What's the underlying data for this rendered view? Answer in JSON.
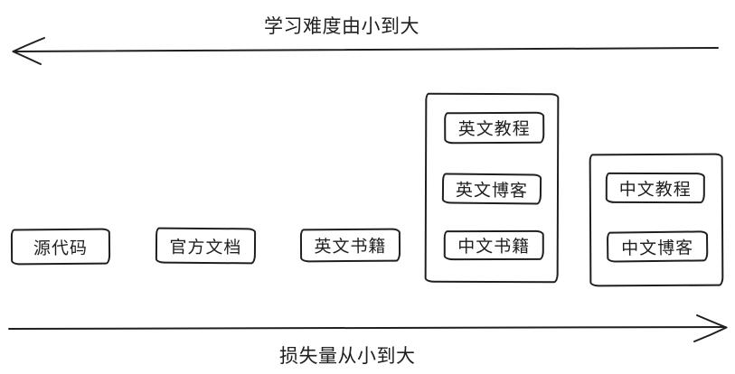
{
  "axes": {
    "top": {
      "label": "学习难度由小到大"
    },
    "bottom": {
      "label": "损失量从小到大"
    }
  },
  "boxes": [
    {
      "label": "源代码"
    },
    {
      "label": "官方文档"
    },
    {
      "label": "英文书籍"
    }
  ],
  "groups": [
    {
      "items": [
        {
          "label": "英文教程"
        },
        {
          "label": "英文博客"
        },
        {
          "label": "中文书籍"
        }
      ]
    },
    {
      "items": [
        {
          "label": "中文教程"
        },
        {
          "label": "中文博客"
        }
      ]
    }
  ],
  "colors": {
    "stroke": "#1f1f1f",
    "background": "#ffffff"
  }
}
